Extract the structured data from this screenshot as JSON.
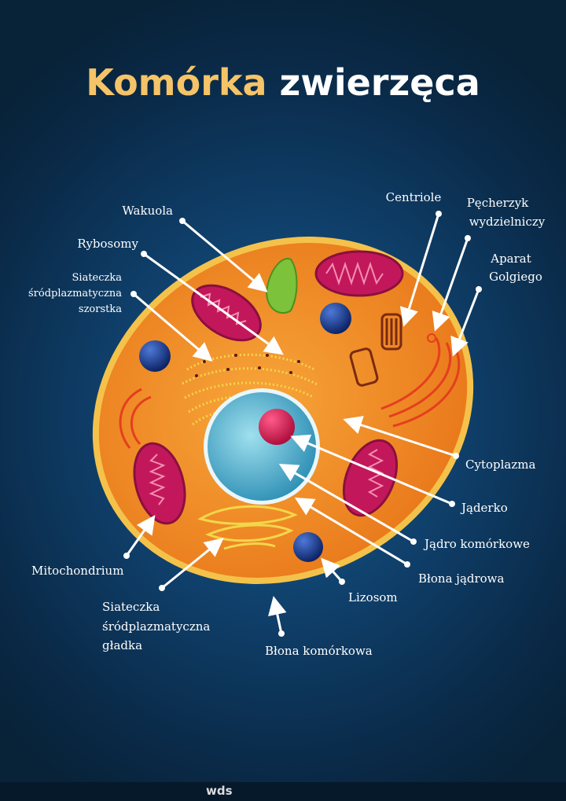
{
  "title": {
    "part1": "Komórka",
    "part2": "zwierzęca"
  },
  "labels": {
    "wakuola": "Wakuola",
    "rybosomy": "Rybosomy",
    "ser_rough": [
      "Siateczka",
      "śródplazmatyczna",
      "szorstka"
    ],
    "centriole": "Centriole",
    "pecherzyk": [
      "Pęcherzyk",
      "wydzielniczy"
    ],
    "golgi": [
      "Aparat",
      "Golgiego"
    ],
    "cytoplazma": "Cytoplazma",
    "jaderko": "Jąderko",
    "jadro": "Jądro komórkowe",
    "blona_jadrowa": "Błona jądrowa",
    "lizosom": "Lizosom",
    "blona_komorkowa": "Błona komórkowa",
    "ser_smooth": [
      "Siateczka",
      "śródplazmatyczna",
      "gładka"
    ],
    "mitochondrium": "Mitochondrium"
  },
  "footer": {
    "logo": "wds"
  },
  "colors": {
    "cytoplasm": "#f08a1c",
    "mitochondria": "#c2185b",
    "nucleus": "#5bc0d8",
    "nucleolus": "#d81b60",
    "vacuole": "#7cc23a",
    "lysosome": "#1a3f8f"
  }
}
